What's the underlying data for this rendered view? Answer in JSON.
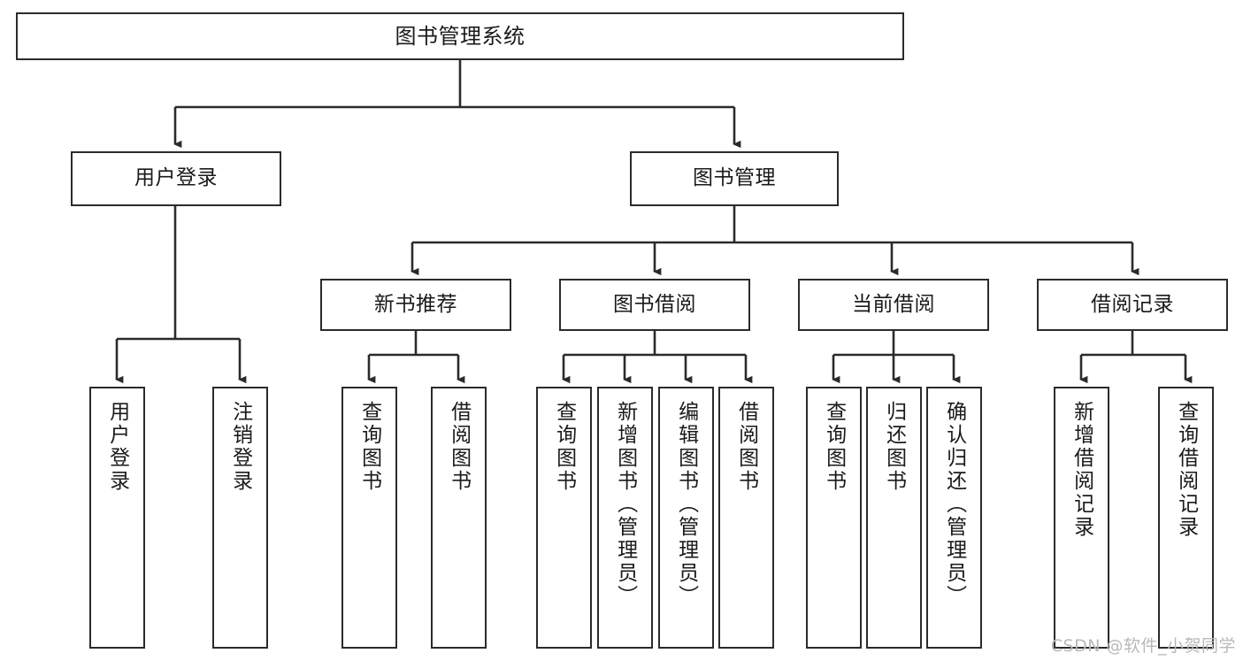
{
  "diagram": {
    "type": "tree-hierarchy-chart",
    "title": "图书管理系统",
    "stroke_color": "#2b2b2b",
    "background_color": "#ffffff",
    "text_color": "#1a1a1a",
    "levels": 4,
    "nodes": {
      "root": {
        "label": "图书管理系统"
      },
      "level2": [
        {
          "label": "用户登录"
        },
        {
          "label": "图书管理"
        }
      ],
      "level3": [
        {
          "label": "新书推荐"
        },
        {
          "label": "图书借阅"
        },
        {
          "label": "当前借阅"
        },
        {
          "label": "借阅记录"
        }
      ],
      "leaves_user_login": [
        {
          "label": "用户登录"
        },
        {
          "label": "注销登录"
        }
      ],
      "leaves_new_book": [
        {
          "label": "查询图书"
        },
        {
          "label": "借阅图书"
        }
      ],
      "leaves_borrow": [
        {
          "label": "查询图书"
        },
        {
          "label": "新增图书（管理员）"
        },
        {
          "label": "编辑图书（管理员）"
        },
        {
          "label": "借阅图书"
        }
      ],
      "leaves_current": [
        {
          "label": "查询图书"
        },
        {
          "label": "归还图书"
        },
        {
          "label": "确认归还（管理员）"
        }
      ],
      "leaves_record": [
        {
          "label": "新增借阅记录"
        },
        {
          "label": "查询借阅记录"
        }
      ]
    }
  },
  "watermark": {
    "text": "CSDN @软件_小贺同学",
    "color": "#b9b9b9"
  }
}
